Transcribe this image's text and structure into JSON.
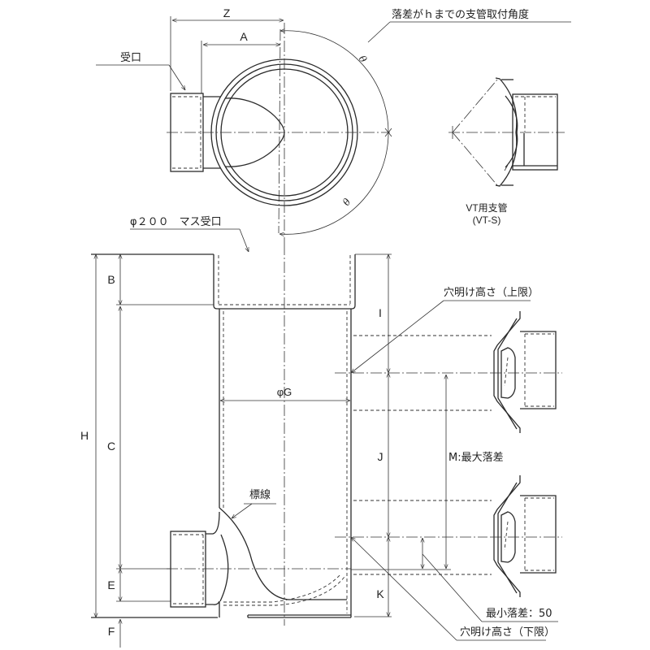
{
  "colors": {
    "line": "#2b2b2b",
    "background": "#ffffff"
  },
  "top_view": {
    "dim_z": "Z",
    "dim_a": "A",
    "socket_label": "受口",
    "angle_note": "落差がｈまでの支管取付角度",
    "theta_upper": "θ",
    "theta_lower": "θ"
  },
  "branch_detail": {
    "title": "VT用支管",
    "code": "(VT-S)"
  },
  "front_view": {
    "inlet_label": "φ２００　マス受口",
    "dim_b": "B",
    "dim_c": "C",
    "dim_e": "E",
    "dim_f": "F",
    "dim_h": "H",
    "dim_g": "φG",
    "dim_i": "I",
    "dim_j": "J",
    "dim_k": "K",
    "dim_m": "M:最大落差",
    "marker_line": "標線",
    "hole_upper": "穴明け高さ（上限）",
    "hole_lower": "穴明け高さ（下限）",
    "min_drop": "最小落差：50"
  }
}
